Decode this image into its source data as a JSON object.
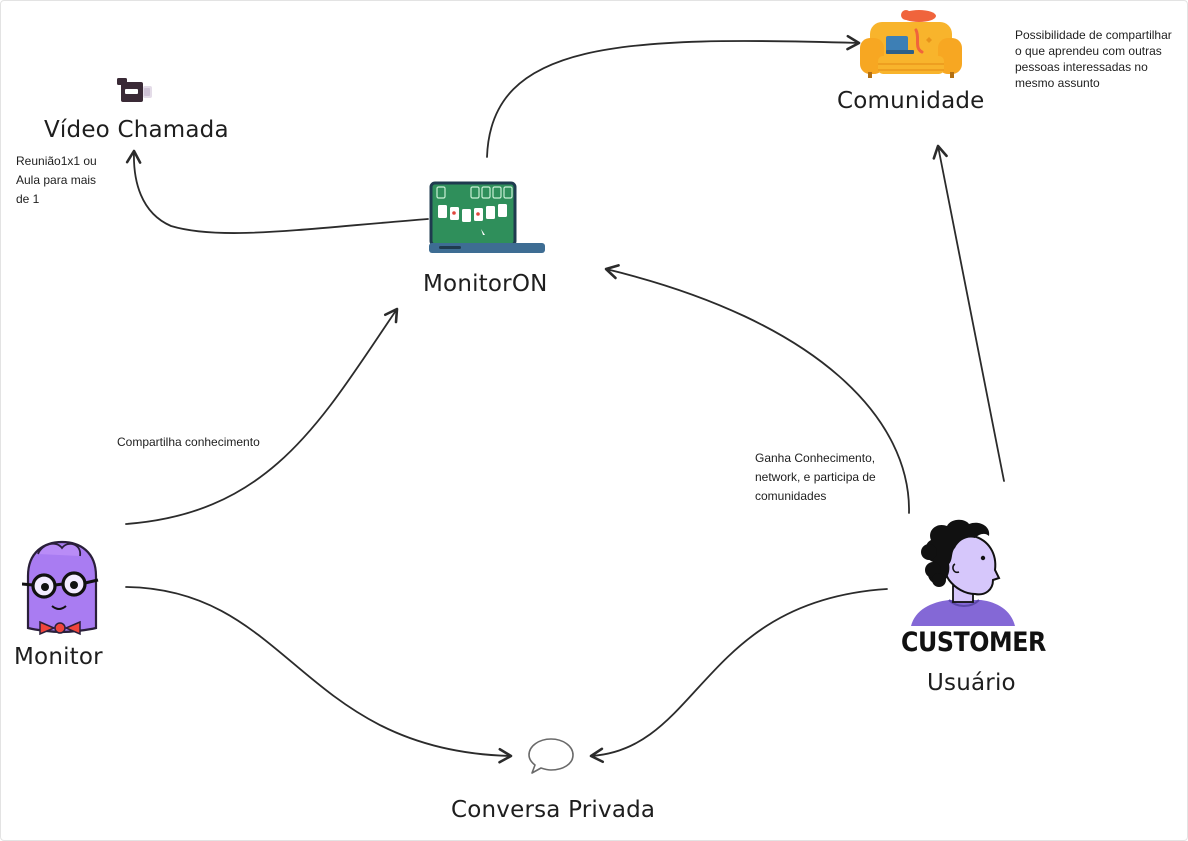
{
  "nodes": {
    "video_chamada": "Vídeo Chamada",
    "comunidade": "Comunidade",
    "monitoron": "MonitorON",
    "monitor": "Monitor",
    "usuario": "Usuário",
    "conversa_privada": "Conversa Privada",
    "customer_badge": "CUSTOMER"
  },
  "notes": {
    "video_chamada": [
      "Reunião1x1 ou",
      "Aula para mais",
      "de 1"
    ],
    "comunidade": [
      "Possibilidade de compartilhar",
      "o que aprendeu com outras",
      "pessoas interessadas no",
      "mesmo assunto"
    ],
    "monitor_edge": [
      "Compartilha conhecimento"
    ],
    "usuario_edge": [
      "Ganha Conhecimento,",
      "network, e participa de",
      "comunidades"
    ]
  },
  "icons": {
    "video_chamada": "video-camera-icon",
    "comunidade": "couch-icon",
    "monitoron": "laptop-icon",
    "monitor": "monitor-character-icon",
    "usuario": "customer-avatar-icon",
    "conversa_privada": "speech-bubble-icon"
  },
  "colors": {
    "arrow": "#2b2b2b",
    "laptop_screen": "#2f8f5b",
    "monitor_body": "#a97cf2",
    "couch": "#f8b42c",
    "avatar_shirt": "#8468d6"
  }
}
